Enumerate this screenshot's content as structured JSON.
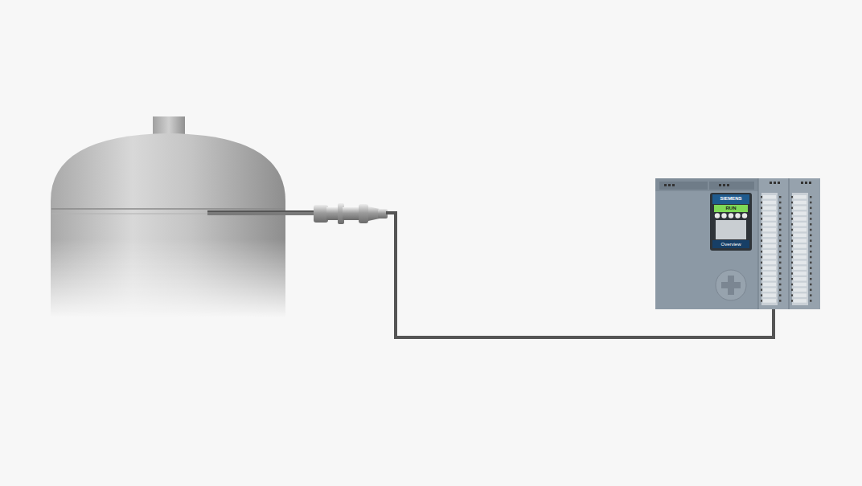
{
  "diagram": {
    "nodes": [
      {
        "text": [
          "SIEMENS",
          "RUN",
          "Overview"
        ]
      }
    ]
  }
}
